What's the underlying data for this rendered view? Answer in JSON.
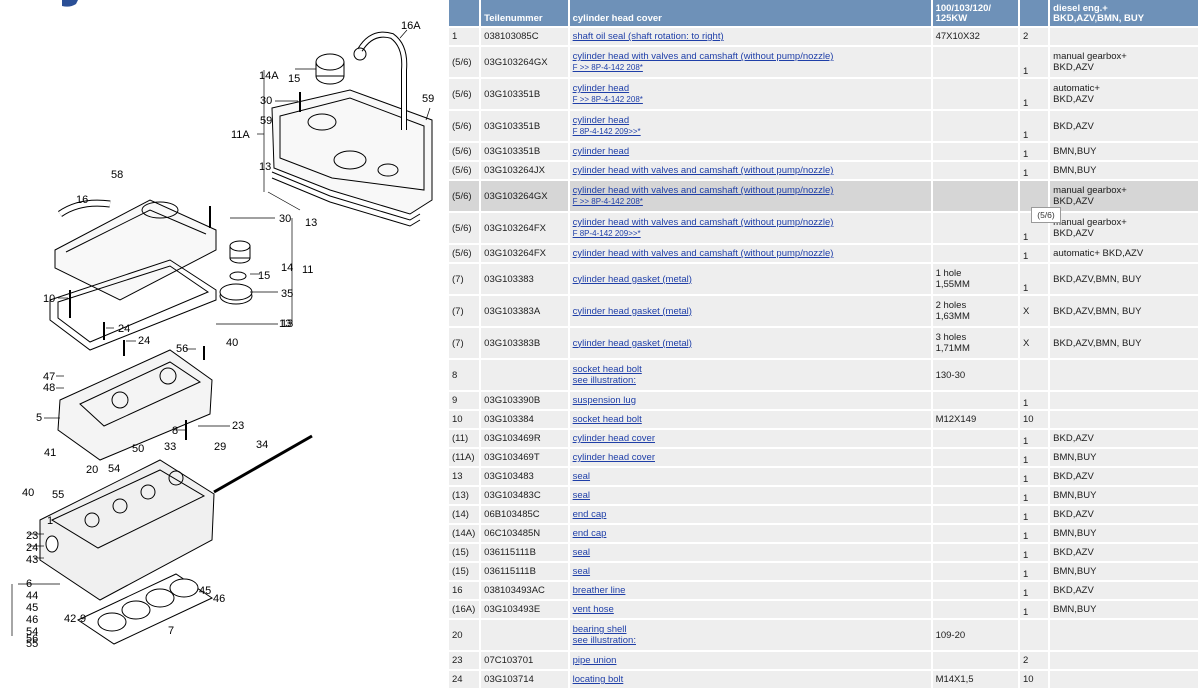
{
  "header": {
    "part_no": "Teilenummer",
    "description": "cylinder head cover",
    "kw": "100/103/120/\n125KW",
    "engine": "diesel eng.+\nBKD,AZV,BMN, BUY"
  },
  "rows": [
    {
      "pos": "1",
      "part": "038103085C",
      "desc": [
        "shaft oil seal (shaft rotation: to right)"
      ],
      "spec": "47X10X32",
      "qty": "2",
      "engine": ""
    },
    {
      "pos": "(5/6)",
      "part": "03G103264GX",
      "desc": [
        "cylinder head with valves and camshaft (without pump/nozzle)",
        "F >> 8P-4-142 208*"
      ],
      "spec": "",
      "qty": "1",
      "engine": "manual gearbox+\nBKD,AZV"
    },
    {
      "pos": "(5/6)",
      "part": "03G103351B",
      "desc": [
        "cylinder head",
        "F >> 8P-4-142 208*"
      ],
      "spec": "",
      "qty": "1",
      "engine": "automatic+\nBKD,AZV"
    },
    {
      "pos": "(5/6)",
      "part": "03G103351B",
      "desc": [
        "cylinder head",
        "F 8P-4-142 209>>*"
      ],
      "spec": "",
      "qty": "1",
      "engine": "BKD,AZV"
    },
    {
      "pos": "(5/6)",
      "part": "03G103351B",
      "desc": [
        "cylinder head"
      ],
      "spec": "",
      "qty": "1",
      "engine": "BMN,BUY"
    },
    {
      "pos": "(5/6)",
      "part": "03G103264JX",
      "desc": [
        "cylinder head with valves and camshaft (without pump/nozzle)"
      ],
      "spec": "",
      "qty": "1",
      "engine": "BMN,BUY"
    },
    {
      "pos": "(5/6)",
      "part": "03G103264GX",
      "desc": [
        "cylinder head with valves and camshaft (without pump/nozzle)",
        "F >> 8P-4-142 208*"
      ],
      "spec": "",
      "qty": "",
      "engine": "manual gearbox+\nBKD,AZV"
    },
    {
      "pos": "(5/6)",
      "part": "03G103264FX",
      "desc": [
        "cylinder head with valves and camshaft (without pump/nozzle)",
        "F 8P-4-142 209>>*"
      ],
      "spec": "",
      "qty": "1",
      "engine": "manual gearbox+\nBKD,AZV"
    },
    {
      "pos": "(5/6)",
      "part": "03G103264FX",
      "desc": [
        "cylinder head with valves and camshaft (without pump/nozzle)"
      ],
      "spec": "",
      "qty": "1",
      "engine": "automatic+ BKD,AZV"
    },
    {
      "pos": "(7)",
      "part": "03G103383",
      "desc": [
        "cylinder head gasket (metal)"
      ],
      "spec": "1 hole\n1,55MM",
      "qty": "1",
      "engine": "BKD,AZV,BMN, BUY"
    },
    {
      "pos": "(7)",
      "part": "03G103383A",
      "desc": [
        "cylinder head gasket (metal)"
      ],
      "spec": "2 holes\n1,63MM",
      "qty": "X",
      "engine": "BKD,AZV,BMN, BUY"
    },
    {
      "pos": "(7)",
      "part": "03G103383B",
      "desc": [
        "cylinder head gasket (metal)"
      ],
      "spec": "3 holes\n1,71MM",
      "qty": "X",
      "engine": "BKD,AZV,BMN, BUY"
    },
    {
      "pos": "8",
      "part": "",
      "desc": [
        "socket head bolt",
        "see illustration:"
      ],
      "spec": "130-30",
      "qty": "",
      "engine": ""
    },
    {
      "pos": "9",
      "part": "03G103390B",
      "desc": [
        "suspension lug"
      ],
      "spec": "",
      "qty": "1",
      "engine": ""
    },
    {
      "pos": "10",
      "part": "03G103384",
      "desc": [
        "socket head bolt"
      ],
      "spec": "M12X149",
      "qty": "10",
      "engine": ""
    },
    {
      "pos": "(11)",
      "part": "03G103469R",
      "desc": [
        "cylinder head cover"
      ],
      "spec": "",
      "qty": "1",
      "engine": "BKD,AZV"
    },
    {
      "pos": "(11A)",
      "part": "03G103469T",
      "desc": [
        "cylinder head cover"
      ],
      "spec": "",
      "qty": "1",
      "engine": "BMN,BUY"
    },
    {
      "pos": "13",
      "part": "03G103483",
      "desc": [
        "seal"
      ],
      "spec": "",
      "qty": "1",
      "engine": "BKD,AZV"
    },
    {
      "pos": "(13)",
      "part": "03G103483C",
      "desc": [
        "seal"
      ],
      "spec": "",
      "qty": "1",
      "engine": "BMN,BUY"
    },
    {
      "pos": "(14)",
      "part": "06B103485C",
      "desc": [
        "end cap"
      ],
      "spec": "",
      "qty": "1",
      "engine": "BKD,AZV"
    },
    {
      "pos": "(14A)",
      "part": "06C103485N",
      "desc": [
        "end cap"
      ],
      "spec": "",
      "qty": "1",
      "engine": "BMN,BUY"
    },
    {
      "pos": "(15)",
      "part": "036115111B",
      "desc": [
        "seal"
      ],
      "spec": "",
      "qty": "1",
      "engine": "BKD,AZV"
    },
    {
      "pos": "(15)",
      "part": "036115111B",
      "desc": [
        "seal"
      ],
      "spec": "",
      "qty": "1",
      "engine": "BMN,BUY"
    },
    {
      "pos": "16",
      "part": "038103493AC",
      "desc": [
        "breather line"
      ],
      "spec": "",
      "qty": "1",
      "engine": "BKD,AZV"
    },
    {
      "pos": "(16A)",
      "part": "03G103493E",
      "desc": [
        "vent hose"
      ],
      "spec": "",
      "qty": "1",
      "engine": "BMN,BUY"
    },
    {
      "pos": "20",
      "part": "",
      "desc": [
        "bearing shell",
        "see illustration:"
      ],
      "spec": "109-20",
      "qty": "",
      "engine": ""
    },
    {
      "pos": "23",
      "part": "07C103701",
      "desc": [
        "pipe union"
      ],
      "spec": "",
      "qty": "2",
      "engine": ""
    },
    {
      "pos": "24",
      "part": "03G103714",
      "desc": [
        "locating bolt"
      ],
      "spec": "M14X1,5",
      "qty": "10",
      "engine": ""
    }
  ],
  "tooltip": "(5/6)",
  "diagram_labels": [
    "16A",
    "14A",
    "15",
    "30",
    "59",
    "11A",
    "59",
    "13",
    "13",
    "58",
    "16",
    "30",
    "13",
    "10",
    "15",
    "14",
    "11",
    "35",
    "13",
    "24",
    "24",
    "56",
    "40",
    "47",
    "48",
    "5",
    "8",
    "23",
    "50",
    "33",
    "29",
    "34",
    "41",
    "20",
    "54",
    "40",
    "55",
    "1",
    "23",
    "24",
    "43",
    "6",
    "44",
    "45",
    "46",
    "54",
    "55",
    "56",
    "42",
    "9",
    "45",
    "46",
    "7"
  ]
}
